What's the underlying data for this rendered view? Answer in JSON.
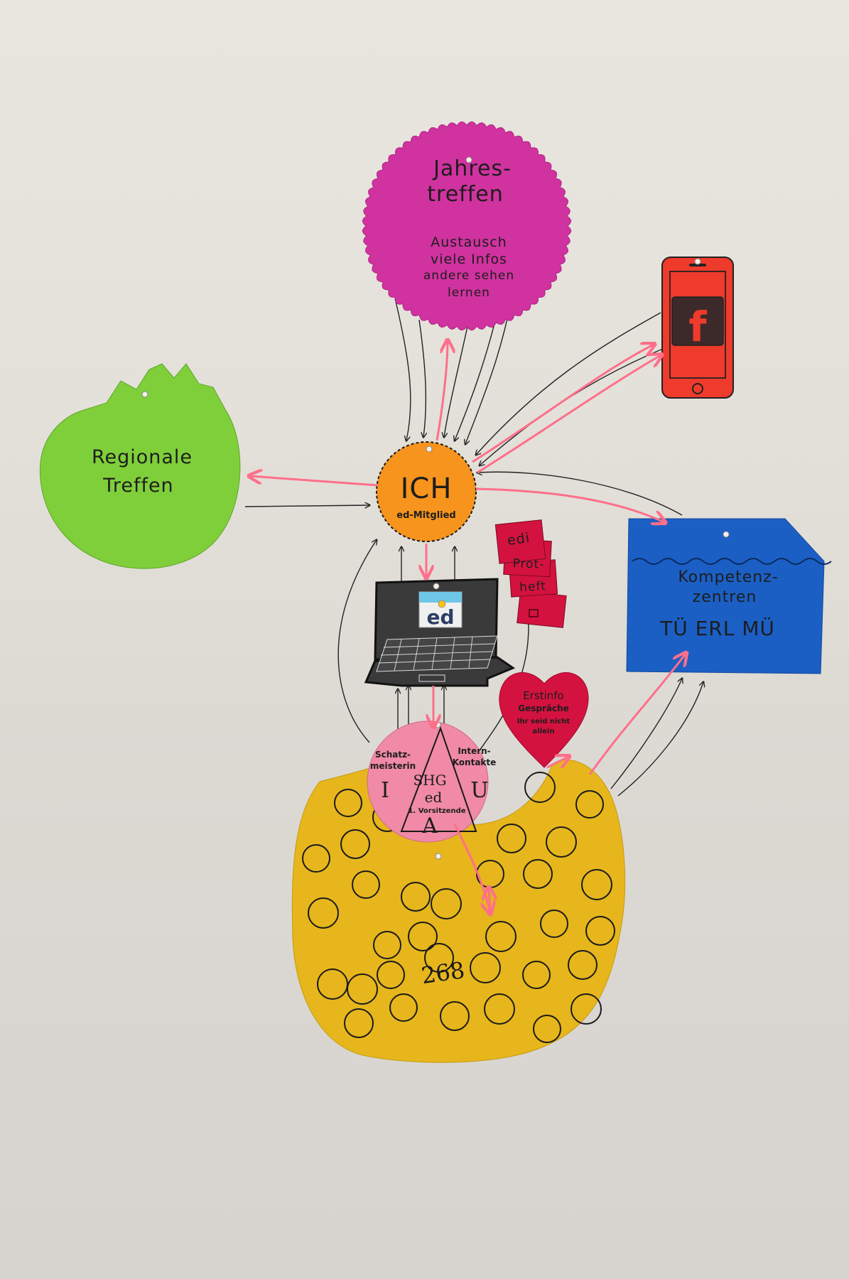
{
  "colors": {
    "background": "#e4e1da",
    "jahrestreffen": "#d0329f",
    "regionale": "#7fcf3a",
    "ich": "#f7941d",
    "phone": "#ee3b2c",
    "kompetenz": "#1b5fc4",
    "heart": "#d4123f",
    "shg": "#f08aa6",
    "group": "#e6b61c",
    "arrow_pink": "#ff6f8a",
    "arrow_black": "#222222"
  },
  "jahrestreffen": {
    "title_line1": "Jahres-",
    "title_line2": "treffen",
    "desc_line1": "Austausch",
    "desc_line2": "viele Infos",
    "desc_line3": "andere sehen",
    "desc_line4": "lernen"
  },
  "regionale": {
    "line1": "Regionale",
    "line2": "Treffen"
  },
  "ich": {
    "title": "ICH",
    "subtitle": "ed-Mitglied"
  },
  "phone": {
    "icon": "facebook-icon",
    "glyph": "f"
  },
  "laptop": {
    "logo": "ed"
  },
  "proteheft": {
    "line1": "edi",
    "line2": "Prot-",
    "line3": "heft"
  },
  "kompetenz": {
    "line1": "Kompetenz-",
    "line2": "zentren",
    "line3": "TÜ  ERL  MÜ"
  },
  "heart": {
    "line1": "Erstinfo",
    "line2": "Gespräche",
    "line3": "Ihr seid nicht",
    "line4": "allein"
  },
  "shg": {
    "left_label_1": "Schatz-",
    "left_label_2": "meisterin",
    "right_label_1": "Intern-",
    "right_label_2": "Kontakte",
    "center_1": "SHG",
    "center_2": "ed",
    "center_3": "1. Vorsitzende",
    "letter_left": "I",
    "letter_right": "U",
    "letter_bottom": "A"
  },
  "group": {
    "count": "268"
  }
}
